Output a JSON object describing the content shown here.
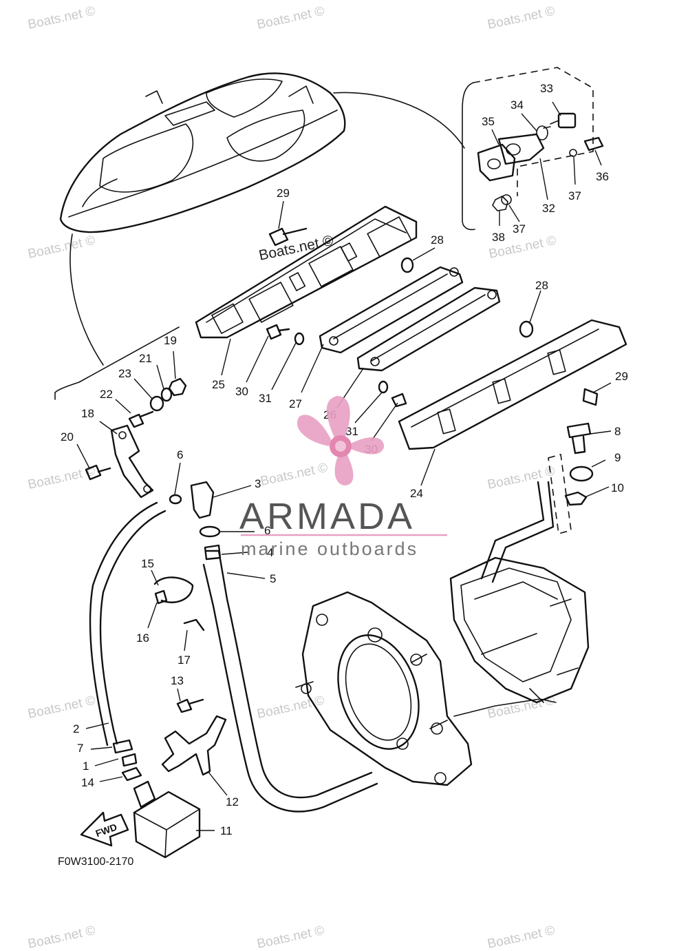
{
  "diagram_code": "F0W3100-2170",
  "watermark": "Boats.net ©",
  "brand": {
    "name": "ARMADA",
    "tagline": "marine outboards",
    "accent_color": "#e8a0c4"
  },
  "fwd_label": "FWD",
  "callouts": [
    "1",
    "2",
    "3",
    "4",
    "5",
    "6",
    "6",
    "7",
    "8",
    "9",
    "10",
    "11",
    "12",
    "13",
    "14",
    "15",
    "16",
    "17",
    "18",
    "19",
    "20",
    "21",
    "22",
    "23",
    "24",
    "25",
    "26",
    "27",
    "28",
    "28",
    "29",
    "29",
    "30",
    "30",
    "31",
    "31",
    "32",
    "33",
    "34",
    "35",
    "36",
    "37",
    "37",
    "38"
  ]
}
